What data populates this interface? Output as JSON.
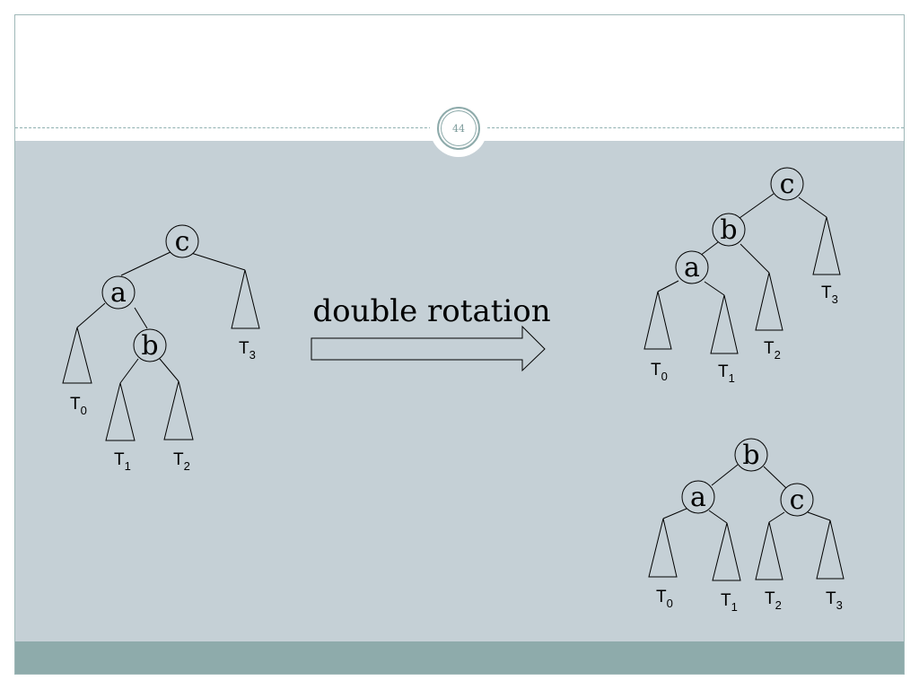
{
  "slide": {
    "page_number": "44",
    "arrow_caption": "double rotation"
  },
  "trees": {
    "left": {
      "nodes": {
        "c": "c",
        "a": "a",
        "b": "b"
      },
      "subtrees": {
        "T0": "T",
        "T0_sub": "0",
        "T1": "T",
        "T1_sub": "1",
        "T2": "T",
        "T2_sub": "2",
        "T3": "T",
        "T3_sub": "3"
      }
    },
    "right_top": {
      "nodes": {
        "c": "c",
        "b": "b",
        "a": "a"
      },
      "subtrees": {
        "T0": "T",
        "T0_sub": "0",
        "T1": "T",
        "T1_sub": "1",
        "T2": "T",
        "T2_sub": "2",
        "T3": "T",
        "T3_sub": "3"
      }
    },
    "right_bottom": {
      "nodes": {
        "b": "b",
        "a": "a",
        "c": "c"
      },
      "subtrees": {
        "T0": "T",
        "T0_sub": "0",
        "T1": "T",
        "T1_sub": "1",
        "T2": "T",
        "T2_sub": "2",
        "T3": "T",
        "T3_sub": "3"
      }
    }
  },
  "colors": {
    "content_bg": "#c5d0d6",
    "footer_bar": "#8eabab",
    "node_fill": "#c5d0d6",
    "stroke": "#000000"
  }
}
